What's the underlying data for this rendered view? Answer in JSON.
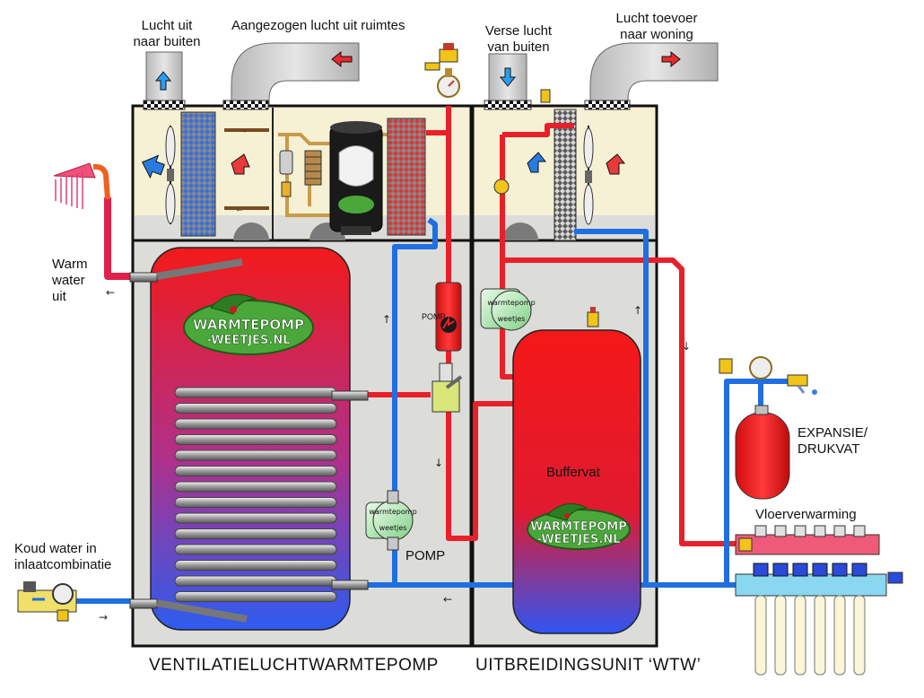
{
  "labels": {
    "air_out": [
      "Lucht uit",
      "naar buiten"
    ],
    "air_in_rooms": "Aangezogen lucht uit ruimtes",
    "fresh_air": [
      "Verse lucht",
      "van buiten"
    ],
    "air_supply": [
      "Lucht toevoer",
      "naar woning"
    ],
    "warm_water": [
      "Warm",
      "water",
      "uit"
    ],
    "cold_water": [
      "Koud water in",
      "inlaatcombinatie"
    ],
    "pomp": "POMP",
    "pomp_small": "POMP",
    "buffervat": "Buffervat",
    "expansie": [
      "EXPANSIE/",
      "DRUKVAT"
    ],
    "vloerverwarming": "Vloerverwarming",
    "unit_left": "VENTILATIELUCHTWARMTEPOMP",
    "unit_right": "UITBREIDINGSUNIT ‘WTW’"
  },
  "logos": {
    "main": [
      "WARMTEPOMP",
      "-WEETJES.NL"
    ],
    "pump": [
      "warmtepomp",
      "weetjes"
    ]
  },
  "colors": {
    "hot": "#e8202a",
    "cold": "#1f6fe0",
    "casing": "#dcdcd8",
    "top_box": "#f6f1d4",
    "duct": "#c8c8c8",
    "logo_green": "#4aa83a"
  }
}
